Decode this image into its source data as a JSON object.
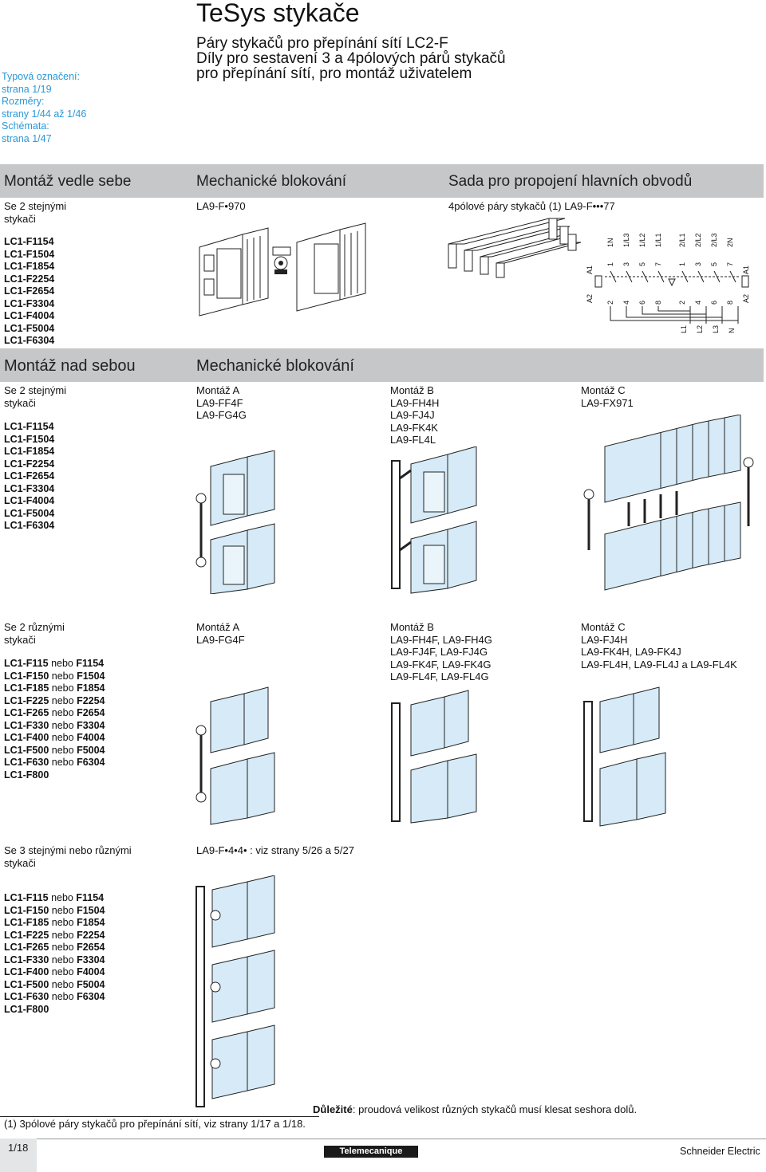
{
  "sidebar": {
    "lines": [
      "Typová označení:",
      "strana 1/19",
      "Rozměry:",
      "strany 1/44 až 1/46",
      "Schémata:",
      "strana 1/47"
    ]
  },
  "header": {
    "title": "TeSys stykače",
    "subtitle_lines": [
      "Páry stykačů pro přepínání sítí LC2-F",
      "Díly pro sestavení 3 a 4pólových párů stykačů",
      "pro přepínání sítí, pro montáž uživatelem"
    ]
  },
  "band1": {
    "col1": "Montáž vedle sebe",
    "col2": "Mechanické blokování",
    "col3": "Sada pro propojení hlavních obvodů"
  },
  "section1": {
    "desc_lines": [
      "Se 2 stejnými",
      "stykači"
    ],
    "interlock_ref": "LA9-F•970",
    "kit_ref": "4pólové páry stykačů (1) LA9-F•••77",
    "contactors": [
      "LC1-F1154",
      "LC1-F1504",
      "LC1-F1854",
      "LC1-F2254",
      "LC1-F2654",
      "LC1-F3304",
      "LC1-F4004",
      "LC1-F5004",
      "LC1-F6304"
    ]
  },
  "band2": {
    "col1": "Montáž nad sebou",
    "col2": "Mechanické blokování"
  },
  "section2": {
    "desc_lines": [
      "Se 2 stejnými",
      "stykači"
    ],
    "contactors": [
      "LC1-F1154",
      "LC1-F1504",
      "LC1-F1854",
      "LC1-F2254",
      "LC1-F2654",
      "LC1-F3304",
      "LC1-F4004",
      "LC1-F5004",
      "LC1-F6304"
    ],
    "montaz_a": {
      "label": "Montáž A",
      "refs": [
        "LA9-FF4F",
        "LA9-FG4G"
      ]
    },
    "montaz_b": {
      "label": "Montáž B",
      "refs": [
        "LA9-FH4H",
        "LA9-FJ4J",
        "LA9-FK4K",
        "LA9-FL4L"
      ]
    },
    "montaz_c": {
      "label": "Montáž C",
      "refs": [
        "LA9-FX971"
      ]
    }
  },
  "section3": {
    "desc_lines": [
      "Se 2 různými",
      "stykači"
    ],
    "contactors": [
      {
        "a": "LC1-F115",
        "b": "F1154"
      },
      {
        "a": "LC1-F150",
        "b": "F1504"
      },
      {
        "a": "LC1-F185",
        "b": "F1854"
      },
      {
        "a": "LC1-F225",
        "b": "F2254"
      },
      {
        "a": "LC1-F265",
        "b": "F2654"
      },
      {
        "a": "LC1-F330",
        "b": "F3304"
      },
      {
        "a": "LC1-F400",
        "b": "F4004"
      },
      {
        "a": "LC1-F500",
        "b": "F5004"
      },
      {
        "a": "LC1-F630",
        "b": "F6304"
      }
    ],
    "last_contactor": "LC1-F800",
    "nebo": "nebo",
    "montaz_a": {
      "label": "Montáž A",
      "refs": [
        "LA9-FG4F"
      ]
    },
    "montaz_b": {
      "label": "Montáž B",
      "refs": [
        "LA9-FH4F, LA9-FH4G",
        "LA9-FJ4F, LA9-FJ4G",
        "LA9-FK4F, LA9-FK4G",
        "LA9-FL4F, LA9-FL4G"
      ]
    },
    "montaz_c": {
      "label": "Montáž C",
      "refs": [
        "LA9-FJ4H",
        "LA9-FK4H, LA9-FK4J",
        "LA9-FL4H, LA9-FL4J a LA9-FL4K"
      ]
    }
  },
  "section4": {
    "desc_lines": [
      "Se 3 stejnými nebo různými",
      "stykači"
    ],
    "ref": "LA9-F•4•4• : viz strany 5/26 a 5/27",
    "contactors": [
      {
        "a": "LC1-F115",
        "b": "F1154"
      },
      {
        "a": "LC1-F150",
        "b": "F1504"
      },
      {
        "a": "LC1-F185",
        "b": "F1854"
      },
      {
        "a": "LC1-F225",
        "b": "F2254"
      },
      {
        "a": "LC1-F265",
        "b": "F2654"
      },
      {
        "a": "LC1-F330",
        "b": "F3304"
      },
      {
        "a": "LC1-F400",
        "b": "F4004"
      },
      {
        "a": "LC1-F500",
        "b": "F5004"
      },
      {
        "a": "LC1-F630",
        "b": "F6304"
      }
    ],
    "last_contactor": "LC1-F800",
    "nebo": "nebo"
  },
  "notes": {
    "important_label": "Důležité",
    "important_text": ": proudová velikost různých stykačů musí klesat seshora dolů.",
    "footnote": "(1) 3pólové páry stykačů pro přepínání sítí, viz strany 1/17 a 1/18."
  },
  "footer": {
    "page": "1/18",
    "logo": "Telemecanique",
    "brand": "Schneider Electric"
  },
  "diagram": {
    "top_labels": [
      "1",
      "3",
      "5",
      "7",
      "1",
      "3",
      "5",
      "7"
    ],
    "top_labels2": [
      "1N",
      "1/L3",
      "1/L2",
      "1/L1",
      "2/L1",
      "2/L2",
      "2/L3",
      "2N"
    ],
    "bottom_labels": [
      "2",
      "4",
      "6",
      "8",
      "2",
      "4",
      "6",
      "8"
    ],
    "coil_labels": [
      "A1",
      "A2",
      "A1",
      "A2"
    ],
    "line_labels": [
      "L1",
      "L2",
      "L3",
      "N"
    ]
  },
  "colors": {
    "sidebar_blue": "#2a98d8",
    "band_gray": "#c6c7c9",
    "device_blue": "#d6ebf7"
  }
}
